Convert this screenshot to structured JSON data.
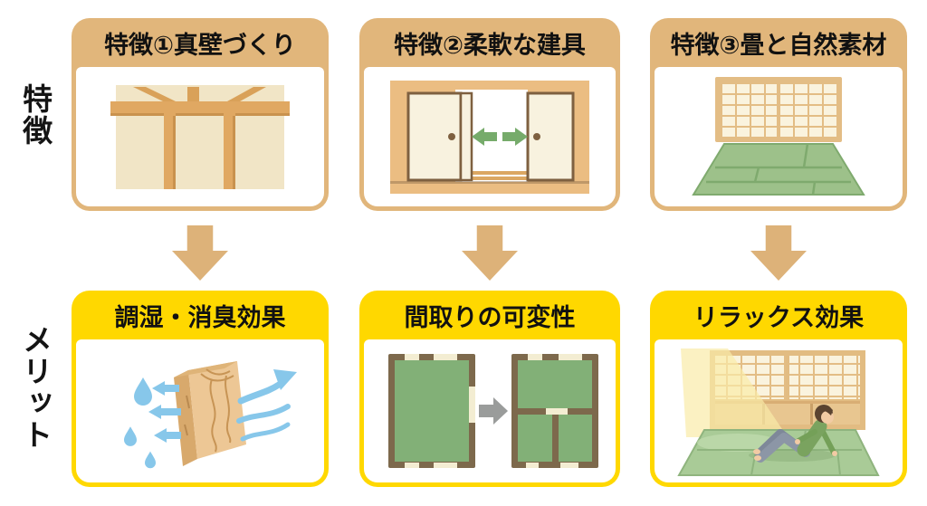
{
  "row_labels": {
    "features": "特徴",
    "merits": "メリット"
  },
  "feature_cards": [
    {
      "title": "特徴①真壁づくり",
      "illustration": "shinkabe-wall"
    },
    {
      "title": "特徴②柔軟な建具",
      "illustration": "sliding-doors"
    },
    {
      "title": "特徴③畳と自然素材",
      "illustration": "tatami-room"
    }
  ],
  "merit_cards": [
    {
      "title": "調湿・消臭効果",
      "illustration": "wood-humidity"
    },
    {
      "title": "間取りの可変性",
      "illustration": "floorplan-change"
    },
    {
      "title": "リラックス効果",
      "illustration": "relax-on-tatami"
    }
  ],
  "colors": {
    "feature_accent": "#E1B67B",
    "merit_accent": "#FFD800",
    "flow_arrow": "#DDB279",
    "text": "#141414",
    "door_arrow_green": "#76AB6B",
    "water_blue": "#87C7EA",
    "plan_green": "#82B077",
    "plan_wall_brown": "#7D694C",
    "tatami_green": "#9DC18A"
  }
}
